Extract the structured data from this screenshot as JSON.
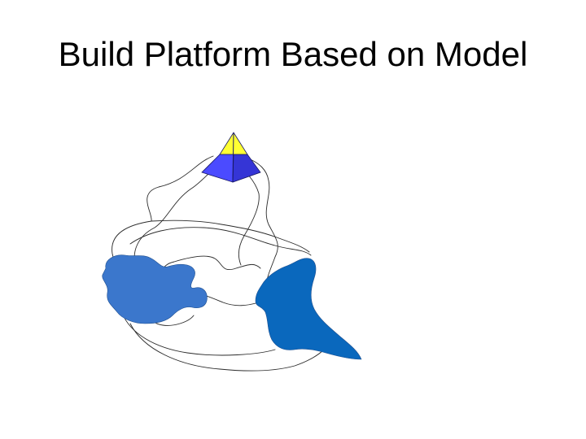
{
  "slide": {
    "title": "Build Platform Based on Model"
  },
  "colors": {
    "pyramid_top": "#ffff33",
    "pyramid_left": "#4b4bff",
    "pyramid_right": "#3535d6",
    "pyramid_edge": "#1a1a66",
    "left_blob": "#3b77cc",
    "right_blob": "#0a68bd",
    "wire": "#2a2a2a"
  },
  "shapes": {
    "apex": "pyramid",
    "left_mass": "irregular-blob",
    "right_mass": "irregular-blob"
  }
}
